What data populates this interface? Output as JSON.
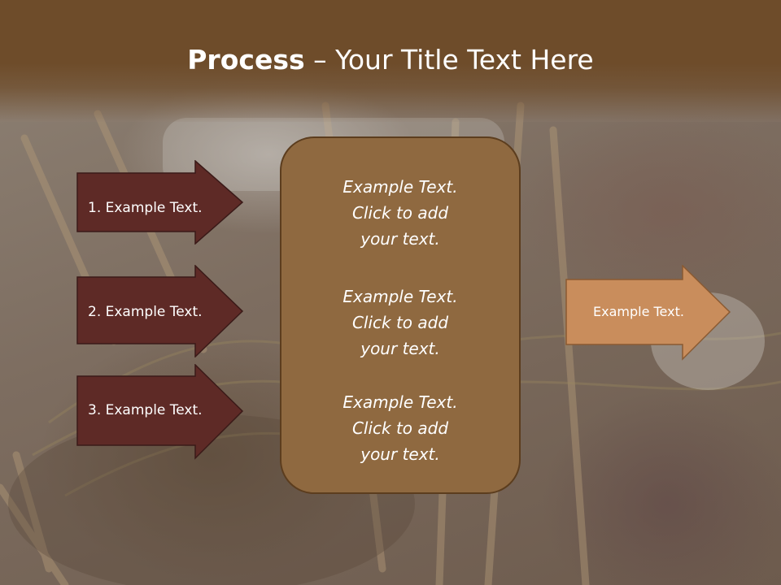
{
  "slide": {
    "title_bold": "Process",
    "title_rest": " – Your Title Text Here",
    "left_items": [
      {
        "label": "1. Example Text."
      },
      {
        "label": "2. Example Text."
      },
      {
        "label": "3. Example Text."
      }
    ],
    "center_blocks": [
      {
        "line1": "Example Text.",
        "line2": "Click  to add",
        "line3": "your text."
      },
      {
        "line1": "Example Text.",
        "line2": "Click  to add",
        "line3": "your text."
      },
      {
        "line1": "Example Text.",
        "line2": "Click  to add",
        "line3": "your text."
      }
    ],
    "right_item": {
      "label": "Example Text."
    }
  },
  "colors": {
    "title_band": "#6e4c2a",
    "left_arrow_fill": "#5e2a26",
    "center_box_fill": "#8f6940",
    "right_arrow_fill": "#c98d5c",
    "text": "#ffffff"
  }
}
